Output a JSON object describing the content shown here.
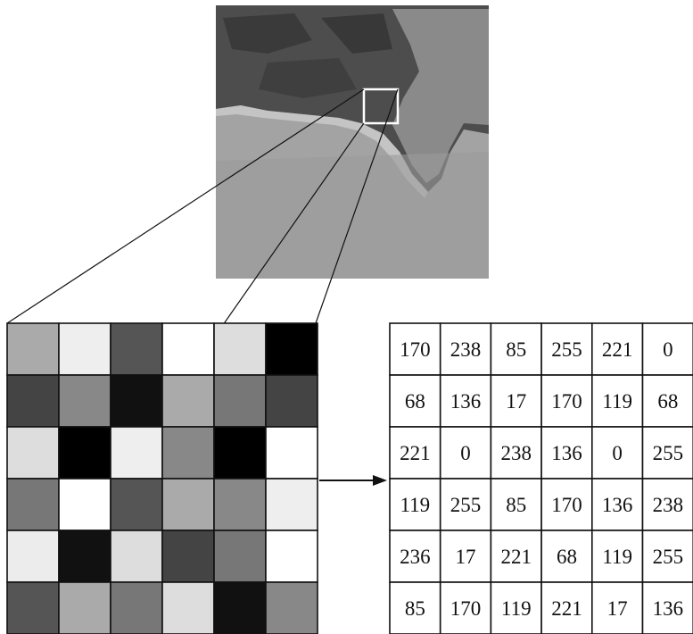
{
  "satellite_image": {
    "icon": "satellite-photo",
    "colors": {
      "land": "#4a4a4a",
      "urban": "#9a9a9a",
      "water": "#9e9e9e",
      "shore": "#b8b8b8"
    }
  },
  "pixel_grid": {
    "rows": [
      [
        170,
        238,
        85,
        255,
        221,
        0
      ],
      [
        68,
        136,
        17,
        170,
        119,
        68
      ],
      [
        221,
        0,
        238,
        136,
        0,
        255
      ],
      [
        119,
        255,
        85,
        170,
        136,
        238
      ],
      [
        236,
        17,
        221,
        68,
        119,
        255
      ],
      [
        85,
        170,
        119,
        221,
        17,
        136
      ]
    ]
  },
  "value_table": {
    "rows": [
      [
        "170",
        "238",
        "85",
        "255",
        "221",
        "0"
      ],
      [
        "68",
        "136",
        "17",
        "170",
        "119",
        "68"
      ],
      [
        "221",
        "0",
        "238",
        "136",
        "0",
        "255"
      ],
      [
        "119",
        "255",
        "85",
        "170",
        "136",
        "238"
      ],
      [
        "236",
        "17",
        "221",
        "68",
        "119",
        "255"
      ],
      [
        "85",
        "170",
        "119",
        "221",
        "17",
        "136"
      ]
    ]
  },
  "arrow": {
    "icon": "right-arrow-icon"
  },
  "colors": {
    "line": "#111111",
    "grid_line": "#111111",
    "background": "#ffffff"
  }
}
